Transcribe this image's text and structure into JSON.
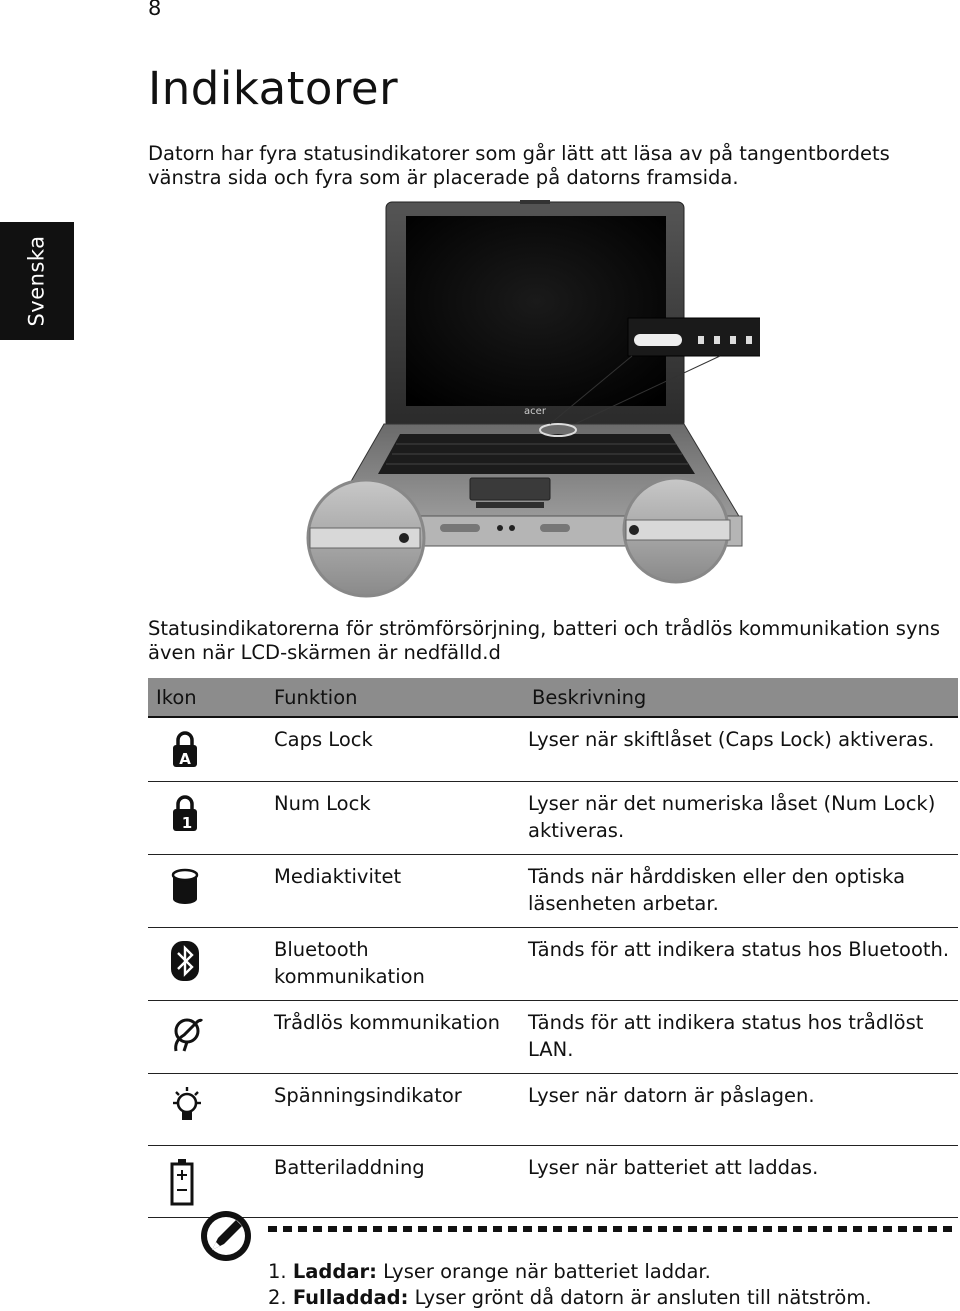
{
  "page_number": "8",
  "side_tab": "Svenska",
  "title": "Indikatorer",
  "intro": "Datorn har fyra statusindikatorer som går lätt att läsa av på tangentbordets vänstra sida och fyra som är placerade på datorns framsida.",
  "laptop_brand": "acer",
  "status_text": "Statusindikatorerna för strömförsörjning, batteri och trådlös kommunikation syns även när LCD-skärmen är nedfälld.d",
  "table": {
    "headers": [
      "Ikon",
      "Funktion",
      "Beskrivning"
    ],
    "rows": [
      {
        "icon": "caps-lock-icon",
        "function": "Caps Lock",
        "description": "Lyser när skiftlåset (Caps Lock) aktiveras."
      },
      {
        "icon": "num-lock-icon",
        "function": "Num Lock",
        "description": "Lyser när det numeriska låset (Num Lock) aktiveras."
      },
      {
        "icon": "media-activity-icon",
        "function": "Mediaktivitet",
        "description": "Tänds när hårddisken eller den optiska läsenheten arbetar."
      },
      {
        "icon": "bluetooth-icon",
        "function": "Bluetooth kommunikation",
        "description": "Tänds för att indikera status hos  Bluetooth."
      },
      {
        "icon": "wireless-icon",
        "function": "Trådlös kommunikation",
        "description": "Tänds för att indikera status hos trådlöst LAN."
      },
      {
        "icon": "power-icon",
        "function": "Spänningsindikator",
        "description": "Lyser när datorn är påslagen."
      },
      {
        "icon": "battery-icon",
        "function": "Batteriladdning",
        "description": "Lyser när batteriet att laddas."
      }
    ]
  },
  "notes": [
    {
      "num": "1.",
      "label": "Laddar:",
      "text": " Lyser orange när batteriet laddar."
    },
    {
      "num": "2.",
      "label": "Fulladdad:",
      "text": " Lyser grönt då datorn är ansluten till nätström."
    }
  ]
}
